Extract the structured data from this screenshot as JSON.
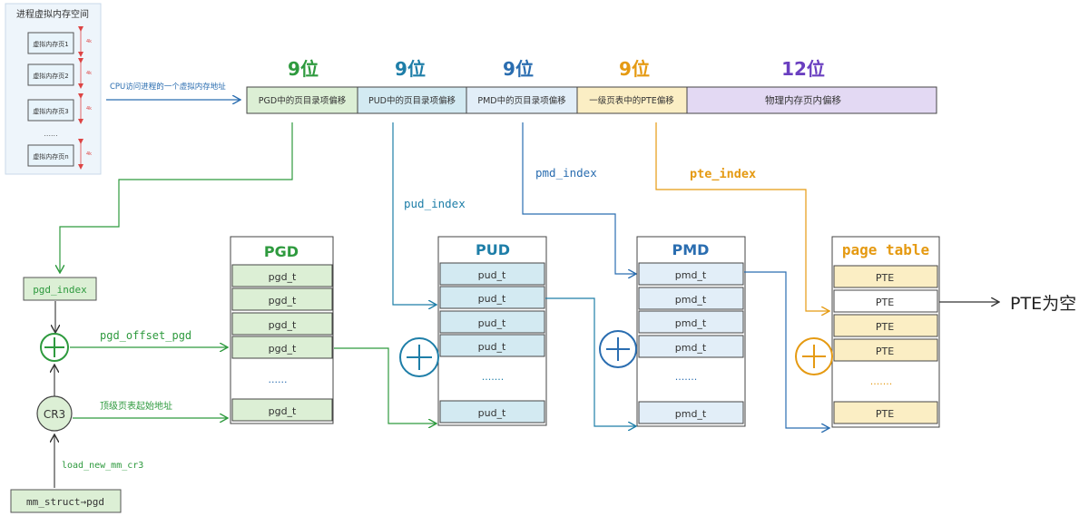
{
  "vm_panel": {
    "title": "进程虚拟内存空间",
    "areas": [
      "虚拟内存页1",
      "虚拟内存页2",
      "虚拟内存页3",
      "虚拟内存页n"
    ],
    "ellipsis": "......",
    "size_marker": "4k"
  },
  "cpu_label": "CPU访问进程的一个虚拟内存地址",
  "address_fields": [
    {
      "bits": "9位",
      "label": "PGD中的页目录项偏移",
      "color": "#2e9a3e"
    },
    {
      "bits": "9位",
      "label": "PUD中的页目录项偏移",
      "color": "#1e7ea8"
    },
    {
      "bits": "9位",
      "label": "PMD中的页目录项偏移",
      "color": "#2a6db0"
    },
    {
      "bits": "9位",
      "label": "一级页表中的PTE偏移",
      "color": "#e59a12"
    },
    {
      "bits": "12位",
      "label": "物理内存页内偏移",
      "color": "#6a3fc0"
    }
  ],
  "index_labels": {
    "pud_index": "pud_index",
    "pmd_index": "pmd_index",
    "pte_index": "pte_index"
  },
  "left_chain": {
    "pgd_index": "pgd_index",
    "plus": "+",
    "cr3": "CR3",
    "load_label": "load_new_mm_cr3",
    "mm_struct": "mm_struct→pgd",
    "offset_label": "pgd_offset_pgd",
    "base_label": "顶级页表起始地址"
  },
  "tables": [
    {
      "title": "PGD",
      "color": "#2e9a3e",
      "rows": [
        "pgd_t",
        "pgd_t",
        "pgd_t",
        "pgd_t"
      ],
      "ellipsis": "......",
      "last": "pgd_t"
    },
    {
      "title": "PUD",
      "color": "#1e7ea8",
      "rows": [
        "pud_t",
        "pud_t",
        "pud_t",
        "pud_t"
      ],
      "ellipsis": ".......",
      "last": "pud_t"
    },
    {
      "title": "PMD",
      "color": "#2a6db0",
      "rows": [
        "pmd_t",
        "pmd_t",
        "pmd_t",
        "pmd_t"
      ],
      "ellipsis": ".......",
      "last": "pmd_t"
    },
    {
      "title": "page table",
      "color": "#e59a12",
      "rows": [
        "PTE",
        "PTE",
        "PTE",
        "PTE"
      ],
      "ellipsis": ".......",
      "last": "PTE"
    }
  ],
  "pte_result": "PTE为空",
  "colors": {
    "green": "#2e9a3e",
    "green_fill": "#dcefd5",
    "teal": "#1e7ea8",
    "teal_fill": "#d3eaf2",
    "blue": "#2a6db0",
    "blue_fill": "#e2eef8",
    "orange": "#e59a12",
    "orange_fill": "#fbeec4",
    "purple": "#6a3fc0",
    "purple_fill": "#e3d9f3",
    "ink": "#333333"
  }
}
